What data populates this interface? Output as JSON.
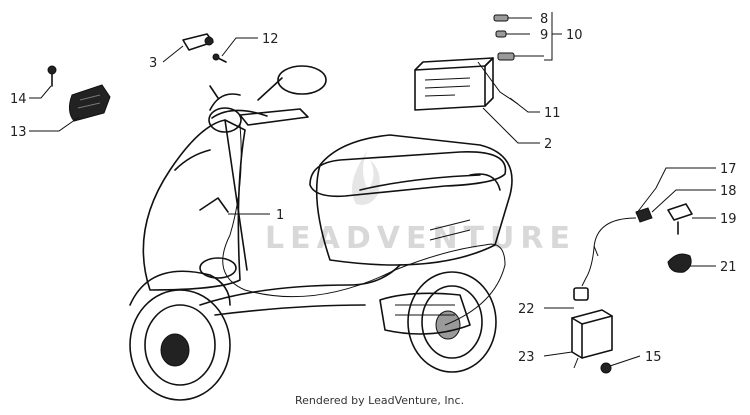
{
  "diagram": {
    "watermark": "LEADVENTURE",
    "footer": "Rendered by LeadVenture, Inc.",
    "callouts": [
      {
        "id": "c1",
        "label": "1"
      },
      {
        "id": "c2",
        "label": "2"
      },
      {
        "id": "c3",
        "label": "3"
      },
      {
        "id": "c8",
        "label": "8"
      },
      {
        "id": "c9",
        "label": "9"
      },
      {
        "id": "c10",
        "label": "10"
      },
      {
        "id": "c11",
        "label": "11"
      },
      {
        "id": "c12",
        "label": "12"
      },
      {
        "id": "c13",
        "label": "13"
      },
      {
        "id": "c14",
        "label": "14"
      },
      {
        "id": "c15",
        "label": "15"
      },
      {
        "id": "c17",
        "label": "17"
      },
      {
        "id": "c18",
        "label": "18"
      },
      {
        "id": "c19",
        "label": "19"
      },
      {
        "id": "c21",
        "label": "21"
      },
      {
        "id": "c22",
        "label": "22"
      },
      {
        "id": "c23",
        "label": "23"
      }
    ]
  }
}
